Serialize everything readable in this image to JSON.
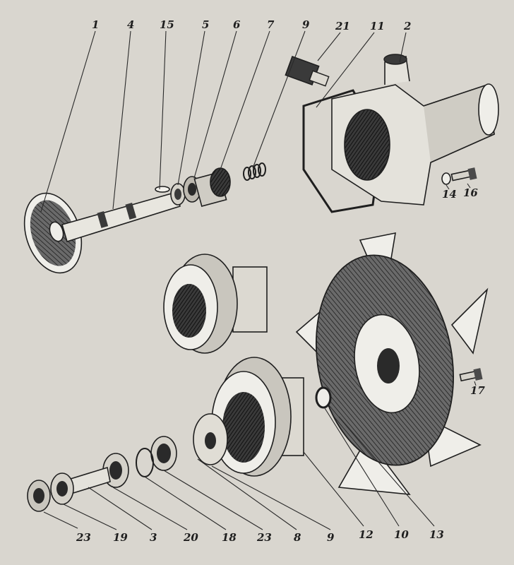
{
  "diagram": {
    "type": "exploded-assembly",
    "parts": [
      {
        "label": "1",
        "icon": "impeller-icon"
      },
      {
        "label": "4",
        "icon": "shaft-icon"
      },
      {
        "label": "15",
        "icon": "key-icon"
      },
      {
        "label": "5",
        "icon": "seal-ring-icon"
      },
      {
        "label": "6",
        "icon": "seal-ring-icon"
      },
      {
        "label": "7",
        "icon": "seal-housing-icon"
      },
      {
        "label": "9",
        "icon": "spring-icon"
      },
      {
        "label": "21",
        "icon": "sensor-fitting-icon"
      },
      {
        "label": "11",
        "icon": "gasket-icon"
      },
      {
        "label": "2",
        "icon": "pump-housing-icon"
      },
      {
        "label": "14",
        "icon": "washer-icon"
      },
      {
        "label": "16",
        "icon": "bolt-icon"
      },
      {
        "label": "17",
        "icon": "bolt-icon"
      },
      {
        "label": "23",
        "icon": "bearing-icon"
      },
      {
        "label": "19",
        "icon": "bearing-icon"
      },
      {
        "label": "3",
        "icon": "spacer-sleeve-icon"
      },
      {
        "label": "20",
        "icon": "bearing-icon"
      },
      {
        "label": "18",
        "icon": "circlip-icon"
      },
      {
        "label": "23",
        "icon": "bearing-icon"
      },
      {
        "label": "8",
        "icon": "hub-flange-icon"
      },
      {
        "label": "9",
        "icon": "pulley-icon"
      },
      {
        "label": "12",
        "icon": "pulley-icon"
      },
      {
        "label": "10",
        "icon": "washer-icon"
      },
      {
        "label": "13",
        "icon": "fan-icon"
      }
    ]
  }
}
